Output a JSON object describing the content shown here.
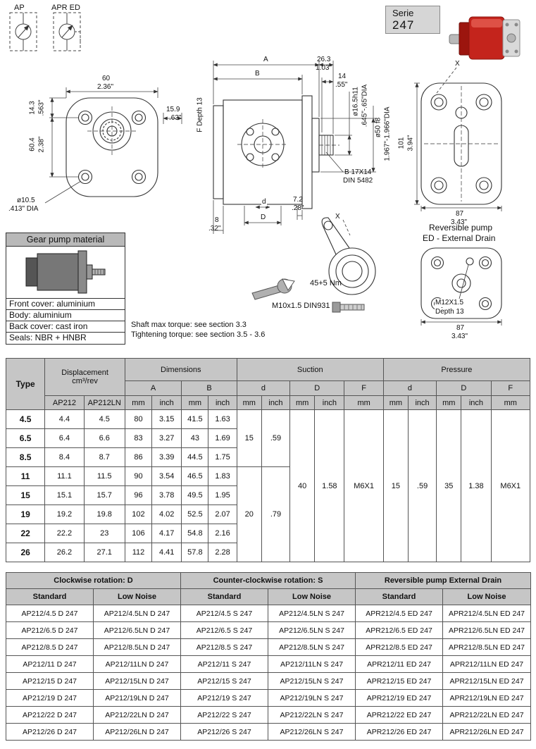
{
  "header": {
    "symbol_ap": "AP",
    "symbol_apr_ed": "APR ED",
    "serie_label": "Serie",
    "serie_value": "247"
  },
  "drawings": {
    "front": {
      "w_mm": "60",
      "w_in": "2.36\"",
      "offset_mm": "14.3",
      "offset_in": ".563\"",
      "h_mm": "60.4",
      "h_in": "2.38\"",
      "hole_mm": "ø10.5",
      "hole_in": ".413\" DIA",
      "boss_mm": "15.9",
      "boss_in": ".63\"",
      "f_depth": "F Depth 13"
    },
    "side": {
      "a": "A",
      "b": "B",
      "protr_mm": "26.3",
      "protr_in": "1.03\"",
      "spline_mm": "14",
      "spline_in": ".55\"",
      "shaft_d": "ø16.5h11",
      "shaft_d_in": ".645\"-.65\"DIA",
      "pilot_d": "ø50 f8",
      "pilot_d_in": "1.967\"-1.966\"DIA",
      "spline_type": "B 17X14",
      "spline_std": "DIN 5482",
      "port_depth_mm": "7.2",
      "port_depth_in": ".28\"",
      "rear_mm": "8",
      "rear_in": ".32\"",
      "d": "d",
      "D": "D"
    },
    "back": {
      "section": "X",
      "h_mm": "101",
      "h_in": "3.94\"",
      "w_mm": "87",
      "w_in": "3.43\"",
      "caption1": "Reversible pump",
      "caption2": "ED - External Drain"
    },
    "detail": {
      "section": "X"
    },
    "torque": {
      "value": "45+5 Nm",
      "bolt": "M10x1.5 DIN931"
    },
    "ed": {
      "thread": "M12X1.5",
      "depth": "Depth 13",
      "w_mm": "87",
      "w_in": "3.43\""
    }
  },
  "material": {
    "title": "Gear pump material",
    "lines": [
      "Front cover: aluminium",
      "Body: aluminium",
      "Back cover: cast iron",
      "Seals: NBR + HNBR"
    ]
  },
  "notes": {
    "line1": "Shaft max torque: see section 3.3",
    "line2": "Tightening torque: see section 3.5 - 3.6"
  },
  "dim_table": {
    "h_type": "Type",
    "h_displacement": "Displacement",
    "h_displacement_unit": "cm³/rev",
    "h_dimensions": "Dimensions",
    "h_suction": "Suction",
    "h_pressure": "Pressure",
    "h_a": "A",
    "h_b": "B",
    "h_d": "d",
    "h_D": "D",
    "h_F": "F",
    "h_ap212": "AP212",
    "h_ap212ln": "AP212LN",
    "h_mm": "mm",
    "h_inch": "inch",
    "rows": [
      {
        "type": "4.5",
        "ap212": "4.4",
        "ap212ln": "4.5",
        "a_mm": "80",
        "a_in": "3.15",
        "b_mm": "41.5",
        "b_in": "1.63"
      },
      {
        "type": "6.5",
        "ap212": "6.4",
        "ap212ln": "6.6",
        "a_mm": "83",
        "a_in": "3.27",
        "b_mm": "43",
        "b_in": "1.69"
      },
      {
        "type": "8.5",
        "ap212": "8.4",
        "ap212ln": "8.7",
        "a_mm": "86",
        "a_in": "3.39",
        "b_mm": "44.5",
        "b_in": "1.75"
      },
      {
        "type": "11",
        "ap212": "11.1",
        "ap212ln": "11.5",
        "a_mm": "90",
        "a_in": "3.54",
        "b_mm": "46.5",
        "b_in": "1.83"
      },
      {
        "type": "15",
        "ap212": "15.1",
        "ap212ln": "15.7",
        "a_mm": "96",
        "a_in": "3.78",
        "b_mm": "49.5",
        "b_in": "1.95"
      },
      {
        "type": "19",
        "ap212": "19.2",
        "ap212ln": "19.8",
        "a_mm": "102",
        "a_in": "4.02",
        "b_mm": "52.5",
        "b_in": "2.07"
      },
      {
        "type": "22",
        "ap212": "22.2",
        "ap212ln": "23",
        "a_mm": "106",
        "a_in": "4.17",
        "b_mm": "54.8",
        "b_in": "2.16"
      },
      {
        "type": "26",
        "ap212": "26.2",
        "ap212ln": "27.1",
        "a_mm": "112",
        "a_in": "4.41",
        "b_mm": "57.8",
        "b_in": "2.28"
      }
    ],
    "suction": {
      "d_small_mm": "15",
      "d_small_in": ".59",
      "d_large_mm": "20",
      "d_large_in": ".79",
      "D_mm": "40",
      "D_in": "1.58",
      "F": "M6X1"
    },
    "pressure": {
      "d_mm": "15",
      "d_in": ".59",
      "D_mm": "35",
      "D_in": "1.38",
      "F": "M6X1"
    }
  },
  "order_table": {
    "groups": [
      "Clockwise rotation: D",
      "Counter-clockwise rotation: S",
      "Reversible pump External Drain"
    ],
    "subheaders": [
      "Standard",
      "Low Noise",
      "Standard",
      "Low Noise",
      "Standard",
      "Low Noise"
    ],
    "rows": [
      [
        "AP212/4.5 D 247",
        "AP212/4.5LN D 247",
        "AP212/4.5 S 247",
        "AP212/4.5LN S 247",
        "APR212/4.5 ED 247",
        "APR212/4.5LN ED 247"
      ],
      [
        "AP212/6.5 D 247",
        "AP212/6.5LN D 247",
        "AP212/6.5 S 247",
        "AP212/6.5LN S 247",
        "APR212/6.5 ED 247",
        "APR212/6.5LN ED 247"
      ],
      [
        "AP212/8.5 D 247",
        "AP212/8.5LN D 247",
        "AP212/8.5 S 247",
        "AP212/8.5LN S 247",
        "APR212/8.5 ED 247",
        "APR212/8.5LN ED 247"
      ],
      [
        "AP212/11 D 247",
        "AP212/11LN D 247",
        "AP212/11 S 247",
        "AP212/11LN S 247",
        "APR212/11 ED 247",
        "APR212/11LN ED 247"
      ],
      [
        "AP212/15 D 247",
        "AP212/15LN D 247",
        "AP212/15 S 247",
        "AP212/15LN S 247",
        "APR212/15 ED 247",
        "APR212/15LN ED 247"
      ],
      [
        "AP212/19 D 247",
        "AP212/19LN D 247",
        "AP212/19 S 247",
        "AP212/19LN S 247",
        "APR212/19 ED 247",
        "APR212/19LN ED 247"
      ],
      [
        "AP212/22 D 247",
        "AP212/22LN D 247",
        "AP212/22 S 247",
        "AP212/22LN S 247",
        "APR212/22 ED 247",
        "APR212/22LN ED 247"
      ],
      [
        "AP212/26 D 247",
        "AP212/26LN D 247",
        "AP212/26 S 247",
        "AP212/26LN S 247",
        "APR212/26 ED 247",
        "APR212/26LN ED 247"
      ]
    ]
  }
}
